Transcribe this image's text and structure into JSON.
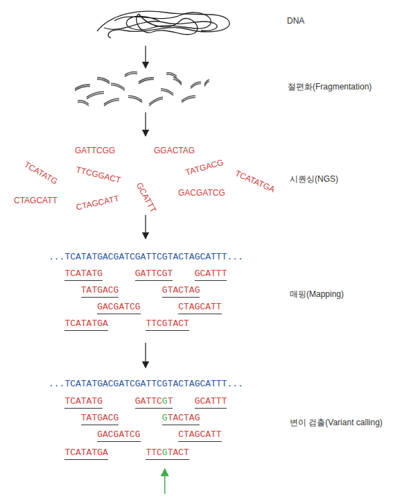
{
  "diagram": {
    "labels": [
      "DNA",
      "절편화(Fragmentation)",
      "GATTCGG",
      "GGACTAG",
      "TCATATG",
      "TTCGGACT",
      "TATGACG",
      "TCATATGA",
      "GCATTT",
      "CTAGCATT",
      "CTAGCATT",
      "GACGATCG",
      "시퀀싱(NGS)",
      "...TCATATGACGATCGATTCGTACTAGCATTT...",
      "TCATATG",
      "GATTCGT",
      "GCATTT",
      "TATGACG",
      "GTACTAG",
      "GACGATCG",
      "CTAGCATT",
      "TCATATGA",
      "TTCGTACT",
      "매핑(Mapping)",
      "...TCATATGACGATCGATTCGTACTAGCATTT...",
      "TCATATG",
      "GATTCGT",
      "GCATTT",
      "TATGACG",
      "GTACTAG",
      "GACGATCG",
      "CTAGCATT",
      "TCATATGA",
      "TTCGTACT",
      "변이 검출(Variant calling)"
    ]
  }
}
